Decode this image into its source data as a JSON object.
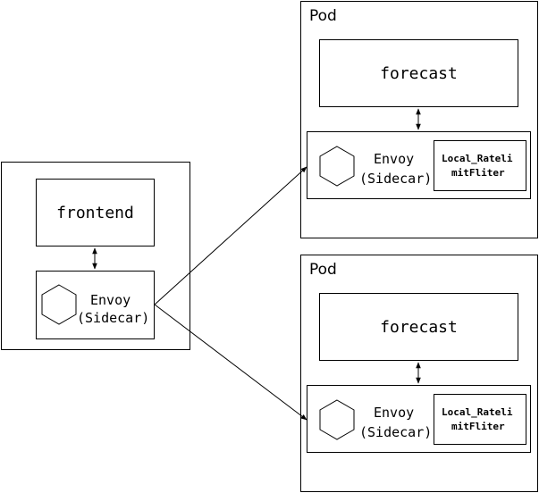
{
  "frontend_group": {
    "service_label": "frontend",
    "sidecar_label_line1": "Envoy",
    "sidecar_label_line2": "(Sidecar)"
  },
  "pods": [
    {
      "title": "Pod",
      "service_label": "forecast",
      "sidecar_label_line1": "Envoy",
      "sidecar_label_line2": "(Sidecar)",
      "filter_line1": "Local_Rateli",
      "filter_line2": "mitFliter"
    },
    {
      "title": "Pod",
      "service_label": "forecast",
      "sidecar_label_line1": "Envoy",
      "sidecar_label_line2": "(Sidecar)",
      "filter_line1": "Local_Rateli",
      "filter_line2": "mitFliter"
    }
  ],
  "colors": {
    "stroke": "#000000",
    "background": "#ffffff"
  },
  "icons": {
    "sidecar": "hexagon-icon"
  }
}
